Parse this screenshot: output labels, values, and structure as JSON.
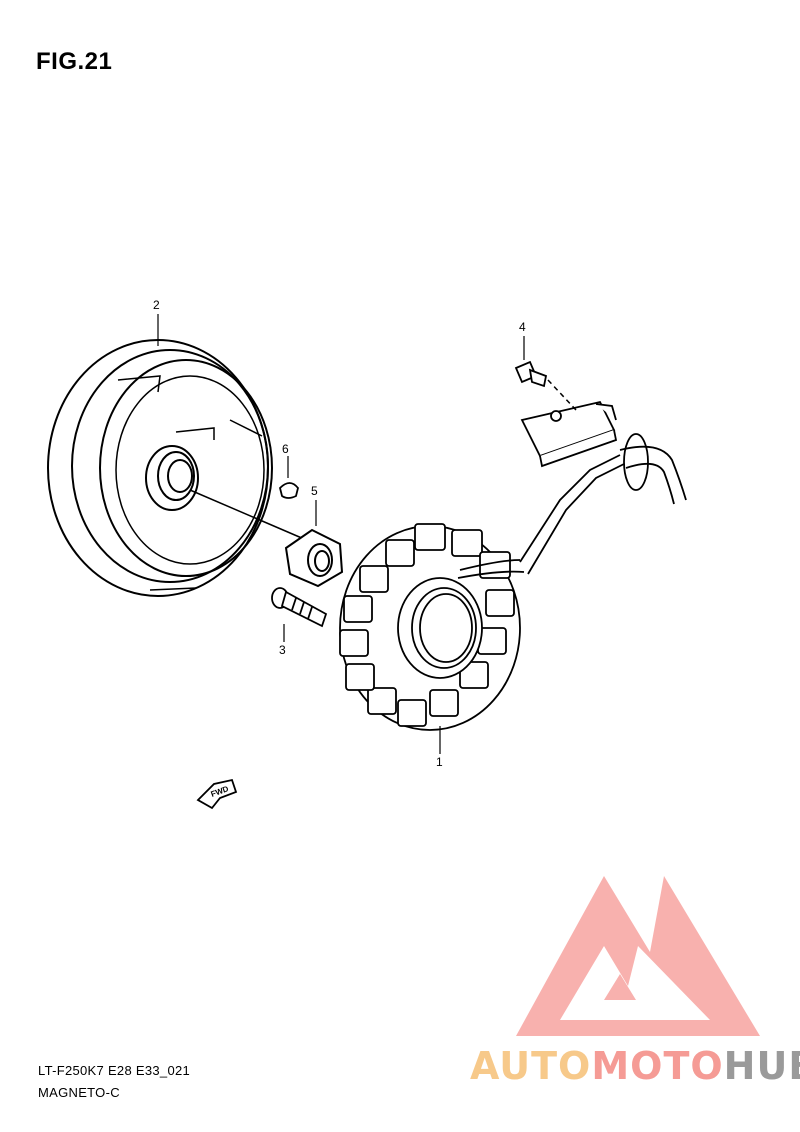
{
  "figure": {
    "title": "FIG.21"
  },
  "callouts": [
    {
      "id": "1",
      "label": "1"
    },
    {
      "id": "2",
      "label": "2"
    },
    {
      "id": "3",
      "label": "3"
    },
    {
      "id": "4",
      "label": "4"
    },
    {
      "id": "5",
      "label": "5"
    },
    {
      "id": "6",
      "label": "6"
    }
  ],
  "direction_arrow": {
    "label": "FWD"
  },
  "footer": {
    "code": "LT-F250K7 E28 E33_021",
    "name": "MAGNETO-C"
  },
  "watermark": {
    "parts": [
      "AUTO",
      "MOTO",
      "HUB"
    ],
    "colors": {
      "auto": "#f7c98a",
      "moto": "#f59b95",
      "hub": "#9a9a9a",
      "logo": "#f7a3a0"
    }
  }
}
